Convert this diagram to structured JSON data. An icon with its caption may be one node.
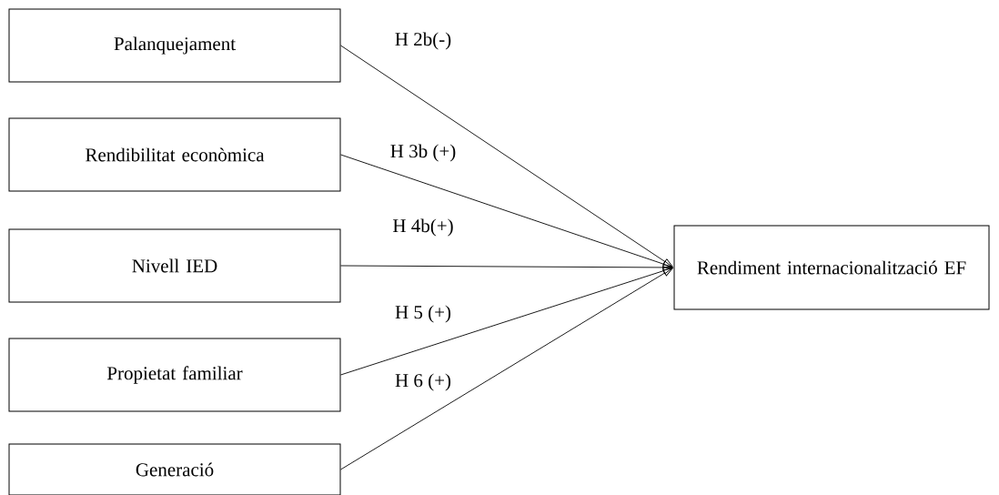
{
  "diagram": {
    "nodes": [
      {
        "text": [
          "Palanquejament"
        ]
      },
      {
        "text": [
          "Rendibilitat econòmica"
        ]
      },
      {
        "text": [
          "Nivell IED"
        ]
      },
      {
        "text": [
          "Propietat familiar"
        ]
      },
      {
        "text": [
          "Generació"
        ]
      },
      {
        "text": [
          "Rendiment internacionalització EF"
        ]
      }
    ],
    "edges": [
      {
        "from": 0,
        "to": 5,
        "arrow": "to",
        "label": "H 2b(-)"
      },
      {
        "from": 1,
        "to": 5,
        "arrow": "to",
        "label": "H 3b (+)"
      },
      {
        "from": 2,
        "to": 5,
        "arrow": "to",
        "label": "H 4b(+)"
      },
      {
        "from": 3,
        "to": 5,
        "arrow": "to",
        "label": "H 5 (+)"
      },
      {
        "from": 4,
        "to": 5,
        "arrow": "to",
        "label": "H 6 (+)"
      }
    ]
  }
}
